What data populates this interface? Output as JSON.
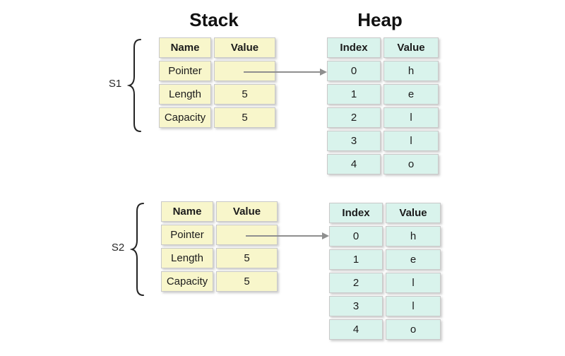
{
  "titles": {
    "stack": "Stack",
    "heap": "Heap"
  },
  "colors": {
    "stack_cell": "#f8f6cb",
    "heap_cell": "#d9f3ec",
    "cell_border": "#c9c9c9",
    "arrow": "#8f8f8f",
    "title_text": "#111111",
    "body_text": "#1b1b1b"
  },
  "groups": [
    {
      "label": "S1",
      "stack": {
        "headers": [
          "Name",
          "Value"
        ],
        "rows": [
          [
            "Pointer",
            ""
          ],
          [
            "Length",
            "5"
          ],
          [
            "Capacity",
            "5"
          ]
        ]
      },
      "heap": {
        "headers": [
          "Index",
          "Value"
        ],
        "rows": [
          [
            "0",
            "h"
          ],
          [
            "1",
            "e"
          ],
          [
            "2",
            "l"
          ],
          [
            "3",
            "l"
          ],
          [
            "4",
            "o"
          ]
        ]
      }
    },
    {
      "label": "S2",
      "stack": {
        "headers": [
          "Name",
          "Value"
        ],
        "rows": [
          [
            "Pointer",
            ""
          ],
          [
            "Length",
            "5"
          ],
          [
            "Capacity",
            "5"
          ]
        ]
      },
      "heap": {
        "headers": [
          "Index",
          "Value"
        ],
        "rows": [
          [
            "0",
            "h"
          ],
          [
            "1",
            "e"
          ],
          [
            "2",
            "l"
          ],
          [
            "3",
            "l"
          ],
          [
            "4",
            "o"
          ]
        ]
      }
    }
  ]
}
